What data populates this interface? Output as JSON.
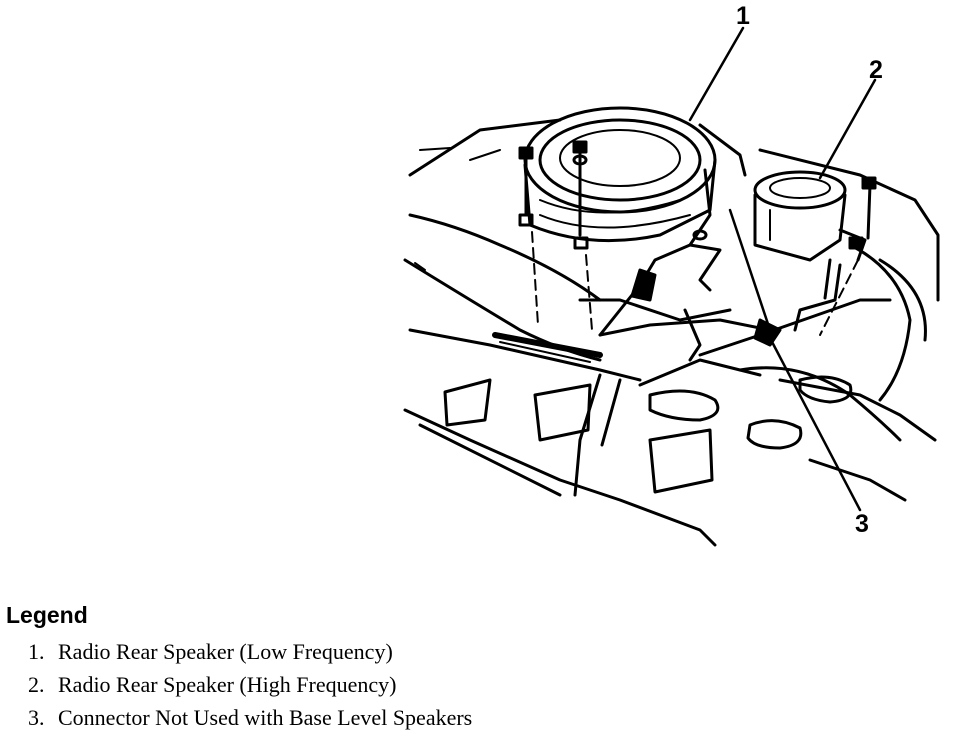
{
  "callouts": [
    "1",
    "2",
    "3"
  ],
  "legend": {
    "title": "Legend",
    "items": [
      {
        "num": "1.",
        "text": "Radio Rear Speaker (Low Frequency)"
      },
      {
        "num": "2.",
        "text": "Radio Rear Speaker (High Frequency)"
      },
      {
        "num": "3.",
        "text": "Connector Not Used with Base Level Speakers"
      }
    ]
  }
}
